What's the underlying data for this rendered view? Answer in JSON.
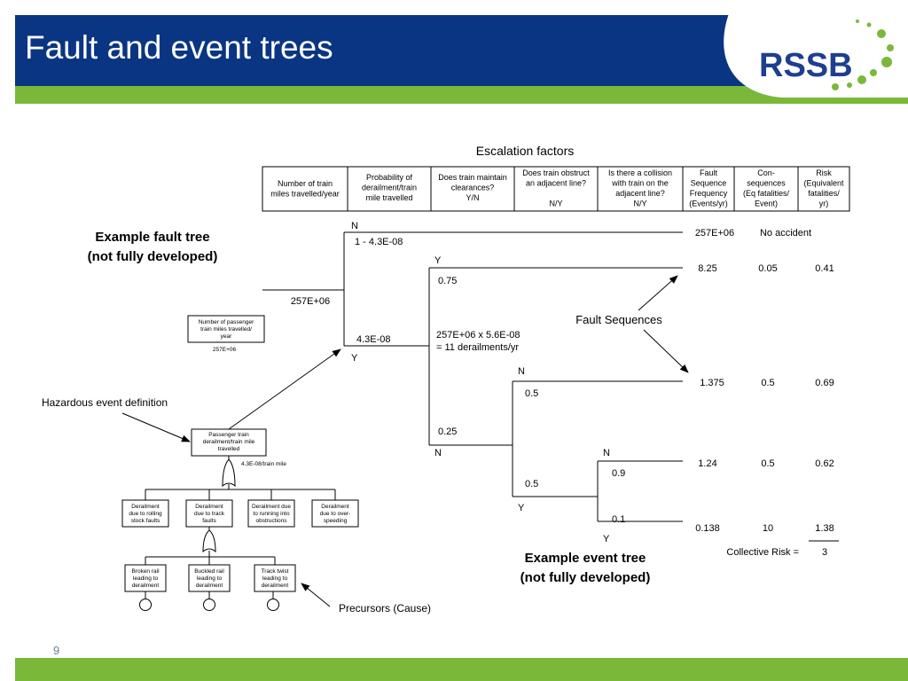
{
  "slide": {
    "title": "Fault and event trees",
    "page_number": "9",
    "brand": "RSSB"
  },
  "colors": {
    "header_blue": "#0a3583",
    "accent_green": "#7ab83a",
    "logo_blue": "#1e3f8f"
  },
  "escalation": {
    "title": "Escalation factors",
    "headers": [
      [
        "Number of train",
        "miles travelled/year"
      ],
      [
        "Probability of",
        "derailment/train",
        "mile travelled"
      ],
      [
        "Does train maintain",
        "clearances?",
        "Y/N"
      ],
      [
        "Does train obstruct",
        "an adjacent line?",
        "",
        "N/Y"
      ],
      [
        "Is there a collision",
        "with train on the",
        "adjacent line?",
        "N/Y"
      ],
      [
        "Fault",
        "Sequence",
        "Frequency",
        "(Events/yr)"
      ],
      [
        "Con-",
        "sequences",
        "(Eq fatalities/",
        "Event)"
      ],
      [
        "Risk",
        "(Equivalent",
        "fatalities/",
        "yr)"
      ]
    ]
  },
  "fault_tree": {
    "label": [
      "Example fault tree",
      "(not fully developed)"
    ],
    "top_value": "257E+06",
    "miles_box": [
      "Number of passenger",
      "train miles travelled/",
      "year"
    ],
    "miles_value": "257E+06",
    "hazard_label": "Hazardous event definition",
    "derail_box": [
      "Passenger train",
      "derailment/train mile",
      "travelled"
    ],
    "derail_rate": "4.3E-08/train mile",
    "causes": [
      [
        "Derailment",
        "due to rolling",
        "stock faults"
      ],
      [
        "Derailment",
        "due to track",
        "faults"
      ],
      [
        "Derailment due",
        "to running into",
        "obstructions"
      ],
      [
        "Derailment",
        "due to over-",
        "speeding"
      ]
    ],
    "precursors": [
      [
        "Broken rail",
        "leading to",
        "derailment"
      ],
      [
        "Buckled rail",
        "leading to",
        "derailment"
      ],
      [
        "Track twist",
        "leading to",
        "derailment"
      ]
    ],
    "precursor_label": "Precursors (Cause)"
  },
  "event_tree": {
    "label": [
      "Example event tree",
      "(not fully developed)"
    ],
    "b1_N": "N",
    "b1_N_prob": "1 - 4.3E-08",
    "b1_Y_prob": "4.3E-08",
    "b1_Y": "Y",
    "b2_Y": "Y",
    "b2_Y_prob": "0.75",
    "calc": [
      "257E+06 x 5.6E-08",
      "= 11 derailments/yr"
    ],
    "b2_N_prob": "0.25",
    "b2_N": "N",
    "b3_N": "N",
    "b3_N_prob": "0.5",
    "b3_Y_prob": "0.5",
    "b3_Y": "Y",
    "b4_N": "N",
    "b4_N_prob": "0.9",
    "b4_Y_prob": "0.1",
    "b4_Y": "Y",
    "fault_sequences_label": "Fault Sequences",
    "outcomes": [
      {
        "frequency": "257E+06",
        "consequence": "No accident",
        "risk": ""
      },
      {
        "frequency": "8.25",
        "consequence": "0.05",
        "risk": "0.41"
      },
      {
        "frequency": "1.375",
        "consequence": "0.5",
        "risk": "0.69"
      },
      {
        "frequency": "1.24",
        "consequence": "0.5",
        "risk": "0.62"
      },
      {
        "frequency": "0.138",
        "consequence": "10",
        "risk": "1.38"
      }
    ],
    "collective_label": "Collective Risk =",
    "collective_value": "3"
  }
}
